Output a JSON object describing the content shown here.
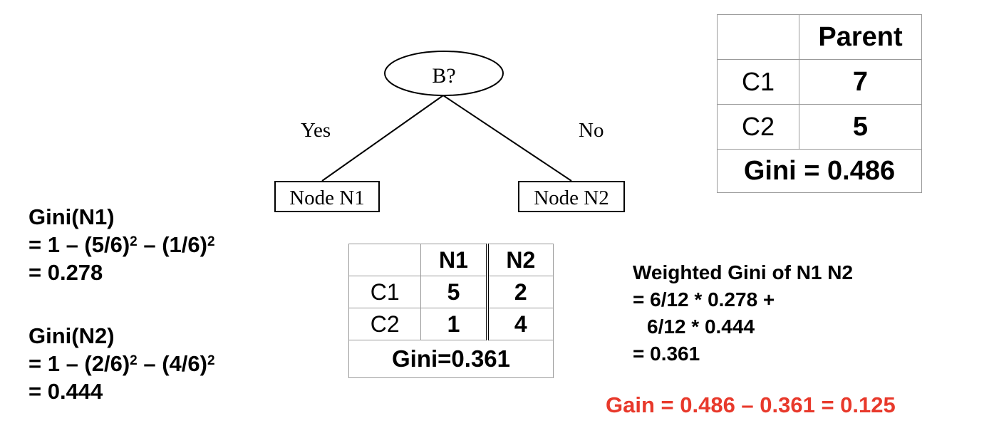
{
  "tree": {
    "root": "B?",
    "yes_label": "Yes",
    "no_label": "No",
    "node_left": "Node N1",
    "node_right": "Node N2"
  },
  "parent_table": {
    "header": "Parent",
    "rows": [
      {
        "label": "C1",
        "value": "7"
      },
      {
        "label": "C2",
        "value": "5"
      }
    ],
    "gini": "Gini = 0.486"
  },
  "children_table": {
    "headers": [
      "N1",
      "N2"
    ],
    "rows": [
      {
        "label": "C1",
        "n1": "5",
        "n2": "2"
      },
      {
        "label": "C2",
        "n1": "1",
        "n2": "4"
      }
    ],
    "gini": "Gini=0.361"
  },
  "gini_n1": {
    "title": "Gini(N1)",
    "line1_a": "= 1 – (5/6)",
    "line1_b": " – (1/6)",
    "exp": "2",
    "result": "= 0.278"
  },
  "gini_n2": {
    "title": "Gini(N2)",
    "line1_a": "= 1 – (2/6)",
    "line1_b": " – (4/6)",
    "exp": "2",
    "result": "= 0.444"
  },
  "weighted": {
    "title": "Weighted Gini of N1 N2",
    "line1": "= 6/12 * 0.278 +",
    "line2": "6/12 * 0.444",
    "result": "= 0.361"
  },
  "gain": {
    "text": "Gain = 0.486 – 0.361 = 0.125",
    "color": "#e8392b"
  }
}
